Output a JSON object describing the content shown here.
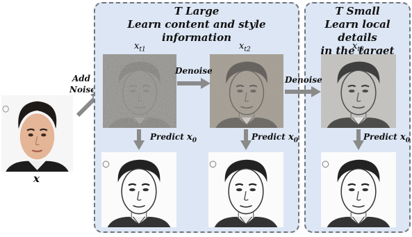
{
  "panels": {
    "large": {
      "title_line1": "T Large",
      "title_line2": "Learn content and style",
      "title_line3": "information"
    },
    "small": {
      "title_line1": "T Small",
      "title_line2": "Learn local details",
      "title_line3": "in the target domain"
    }
  },
  "labels": {
    "add_noise_1": "Add",
    "add_noise_2": "Noise",
    "denoise_1": "Denoise",
    "denoise_2": "Denoise",
    "predict_1": "Predict",
    "predict_2": "Predict",
    "predict_3": "Predict"
  },
  "math": {
    "x": "x",
    "xt1_base": "x",
    "xt1_sub": "t1",
    "xt2_base": "x",
    "xt2_sub": "t2",
    "xt3_base": "x",
    "xt3_sub": "t3",
    "x0_base": "x",
    "x0_sub": "0"
  },
  "colors": {
    "panel_fill": "#dde6f4",
    "panel_border": "#6f747b",
    "arrow": "#8a8a8a"
  }
}
